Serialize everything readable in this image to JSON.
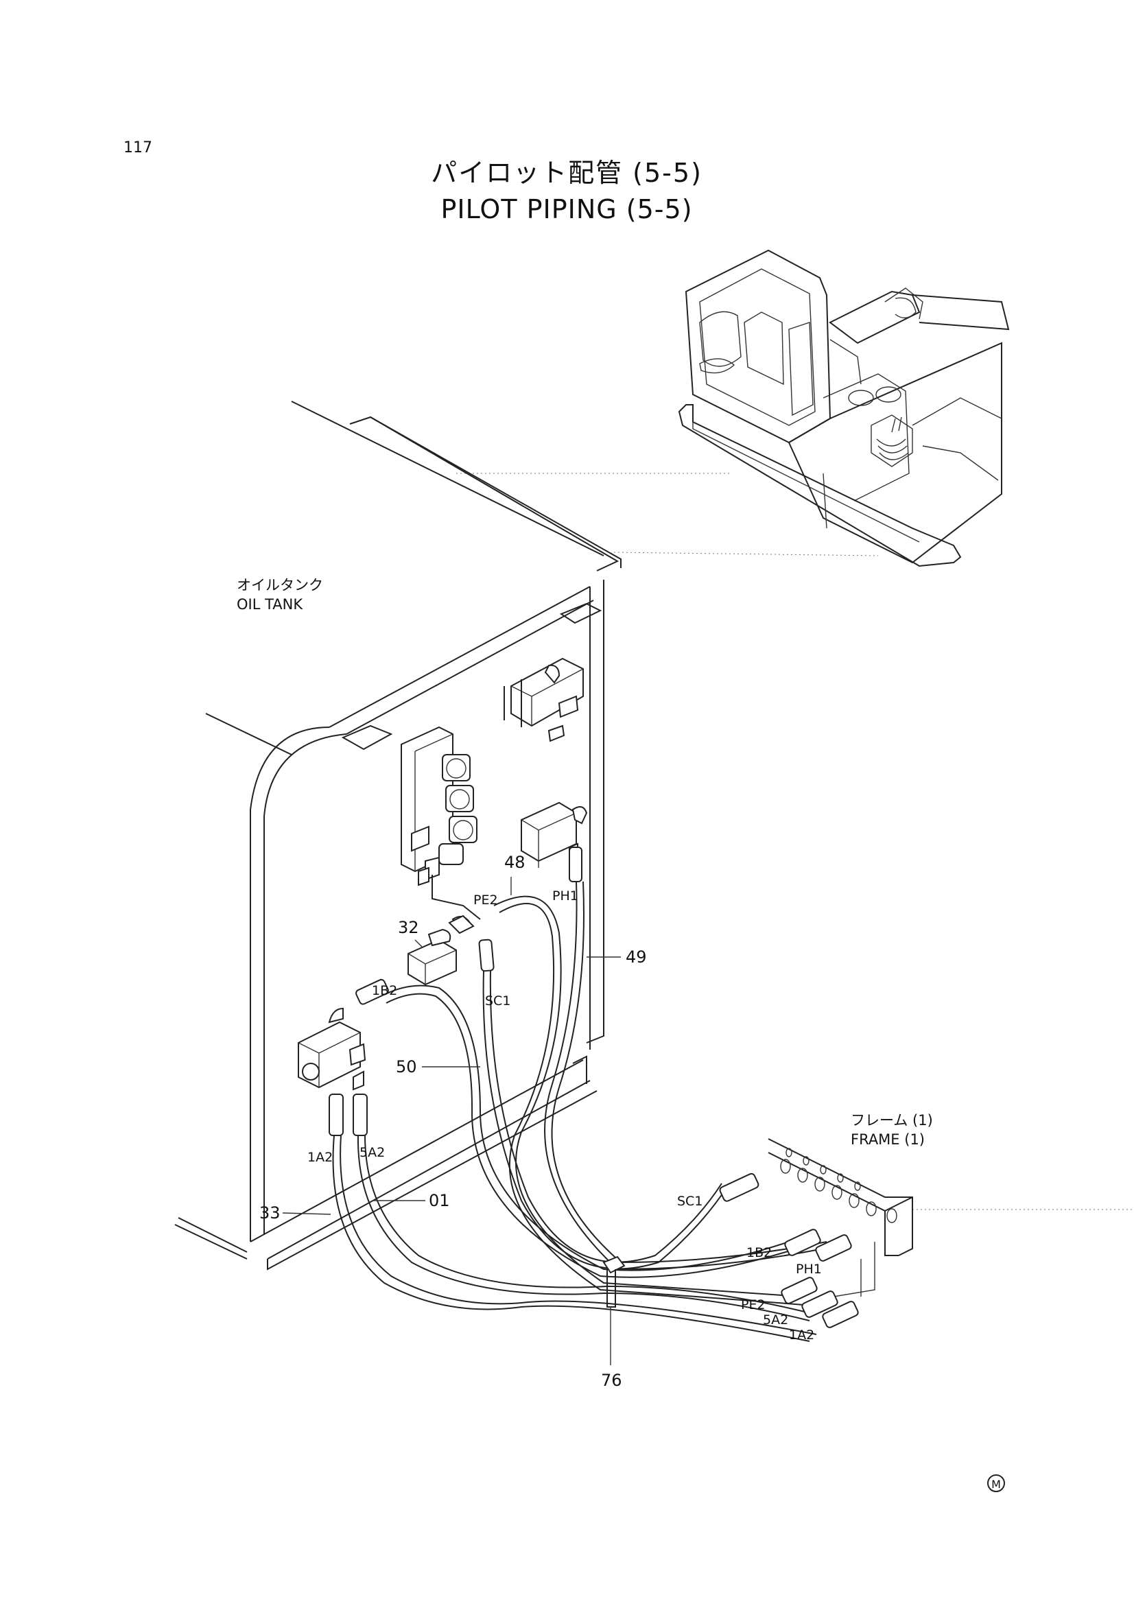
{
  "page_number": "117",
  "title": {
    "japanese": "パイロット配管 (5-5)",
    "english": "PILOT PIPING (5-5)"
  },
  "areas": {
    "oil_tank_jp": "オイルタンク",
    "oil_tank_en": "OIL TANK",
    "frame_jp": "フレーム (1)",
    "frame_en": "FRAME (1)"
  },
  "part_callouts": {
    "p48": "48",
    "p49": "49",
    "p32": "32",
    "p50": "50",
    "p33": "33",
    "p01": "01",
    "p76": "76"
  },
  "port_labels": {
    "pe2_top": "PE2",
    "ph1_top": "PH1",
    "sc1_top": "SC1",
    "1b2_top": "1B2",
    "1a2_left": "1A2",
    "5a2_left": "5A2",
    "sc1_frame": "SC1",
    "1b2_frame": "1B2",
    "ph1_frame": "PH1",
    "pe2_frame": "PE2",
    "5a2_frame": "5A2",
    "1a2_frame": "1A2"
  },
  "mark": "M"
}
